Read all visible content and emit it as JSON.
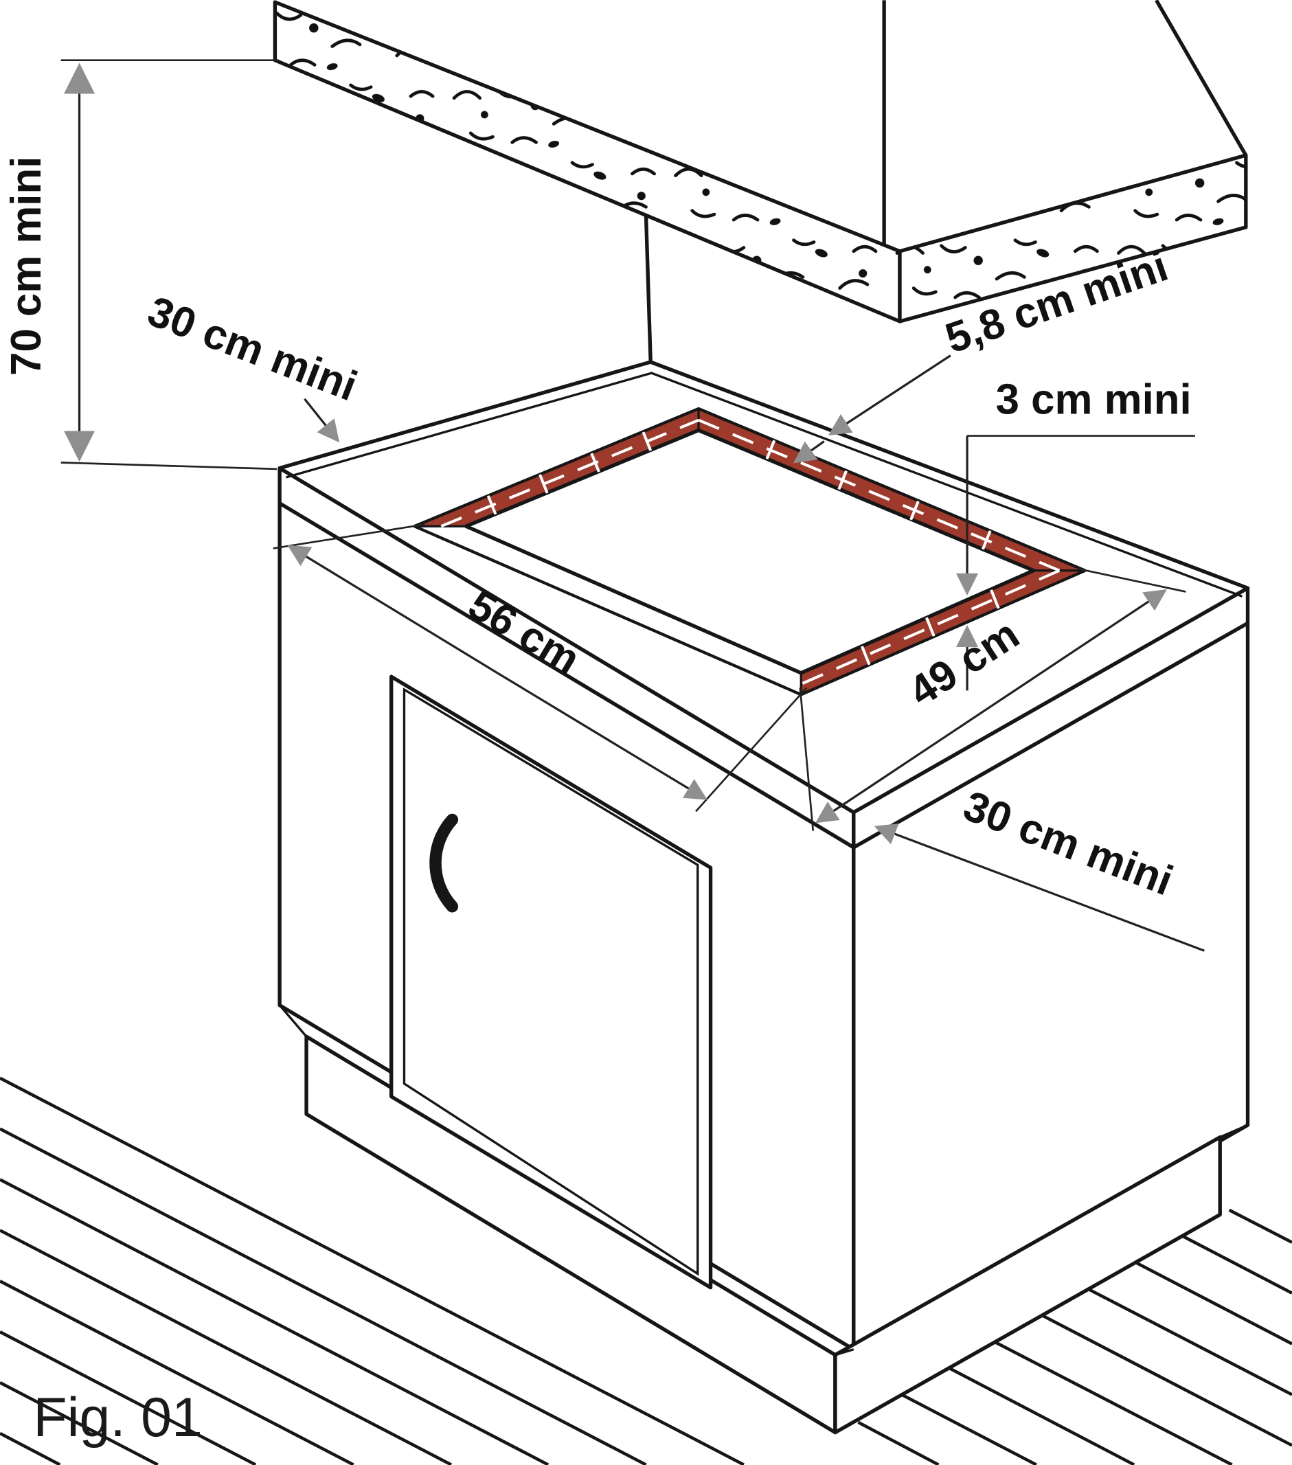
{
  "figure": {
    "caption": "Fig. 01"
  },
  "labels": {
    "clearance_hood": "70 cm mini",
    "clearance_left_wall": "30 cm mini",
    "hood_edge_depth": "5,8 cm mini",
    "clearance_right_edge": "3 cm mini",
    "cutout_width": "56 cm",
    "cutout_depth": "49 cm",
    "clearance_front": "30 cm mini"
  },
  "colors": {
    "cutout_edge_band": "#9E3A2B",
    "dimension_arrow": "#8f8f8f",
    "line": "#161616"
  }
}
